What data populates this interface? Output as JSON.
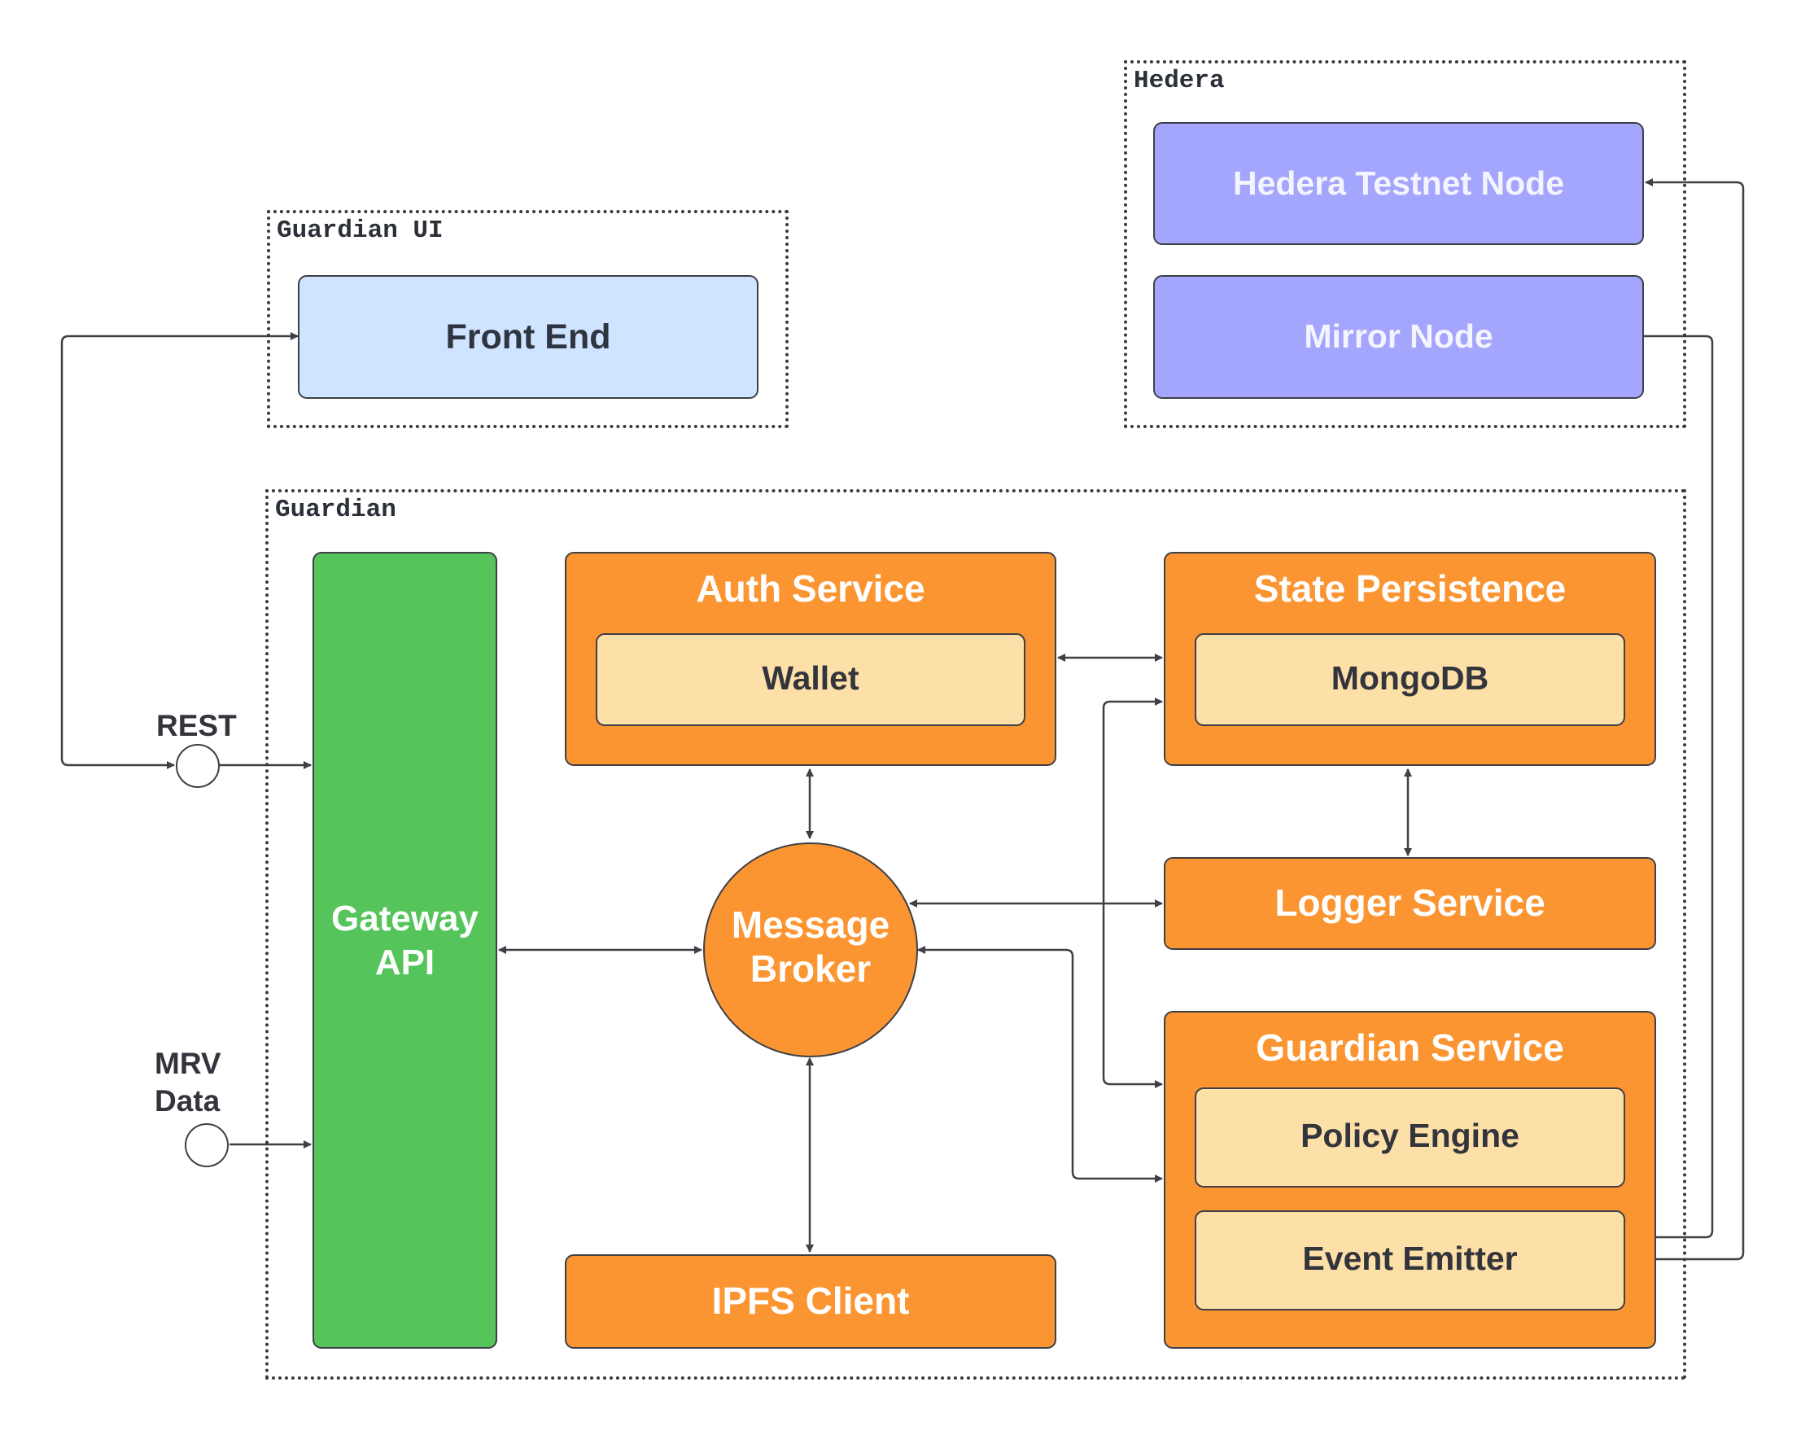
{
  "groups": {
    "guardian_ui": "Guardian UI",
    "hedera": "Hedera",
    "guardian": "Guardian"
  },
  "nodes": {
    "front_end": "Front End",
    "hedera_testnet_node": "Hedera Testnet Node",
    "mirror_node": "Mirror Node",
    "gateway_api_line1": "Gateway",
    "gateway_api_line2": "API",
    "auth_service": "Auth Service",
    "wallet": "Wallet",
    "state_persistence": "State Persistence",
    "mongodb": "MongoDB",
    "message_broker_line1": "Message",
    "message_broker_line2": "Broker",
    "logger_service": "Logger Service",
    "guardian_service": "Guardian Service",
    "policy_engine": "Policy Engine",
    "event_emitter": "Event Emitter",
    "ipfs_client": "IPFS Client"
  },
  "inputs": {
    "rest": "REST",
    "mrv_line1": "MRV",
    "mrv_line2": "Data"
  },
  "colors": {
    "front_end": "#cfe4ff",
    "hedera_nodes": "#a4a5fc",
    "gateway": "#55c55b",
    "service": "#fb9532",
    "component": "#fddfa8",
    "connector": "#3f3f46"
  }
}
